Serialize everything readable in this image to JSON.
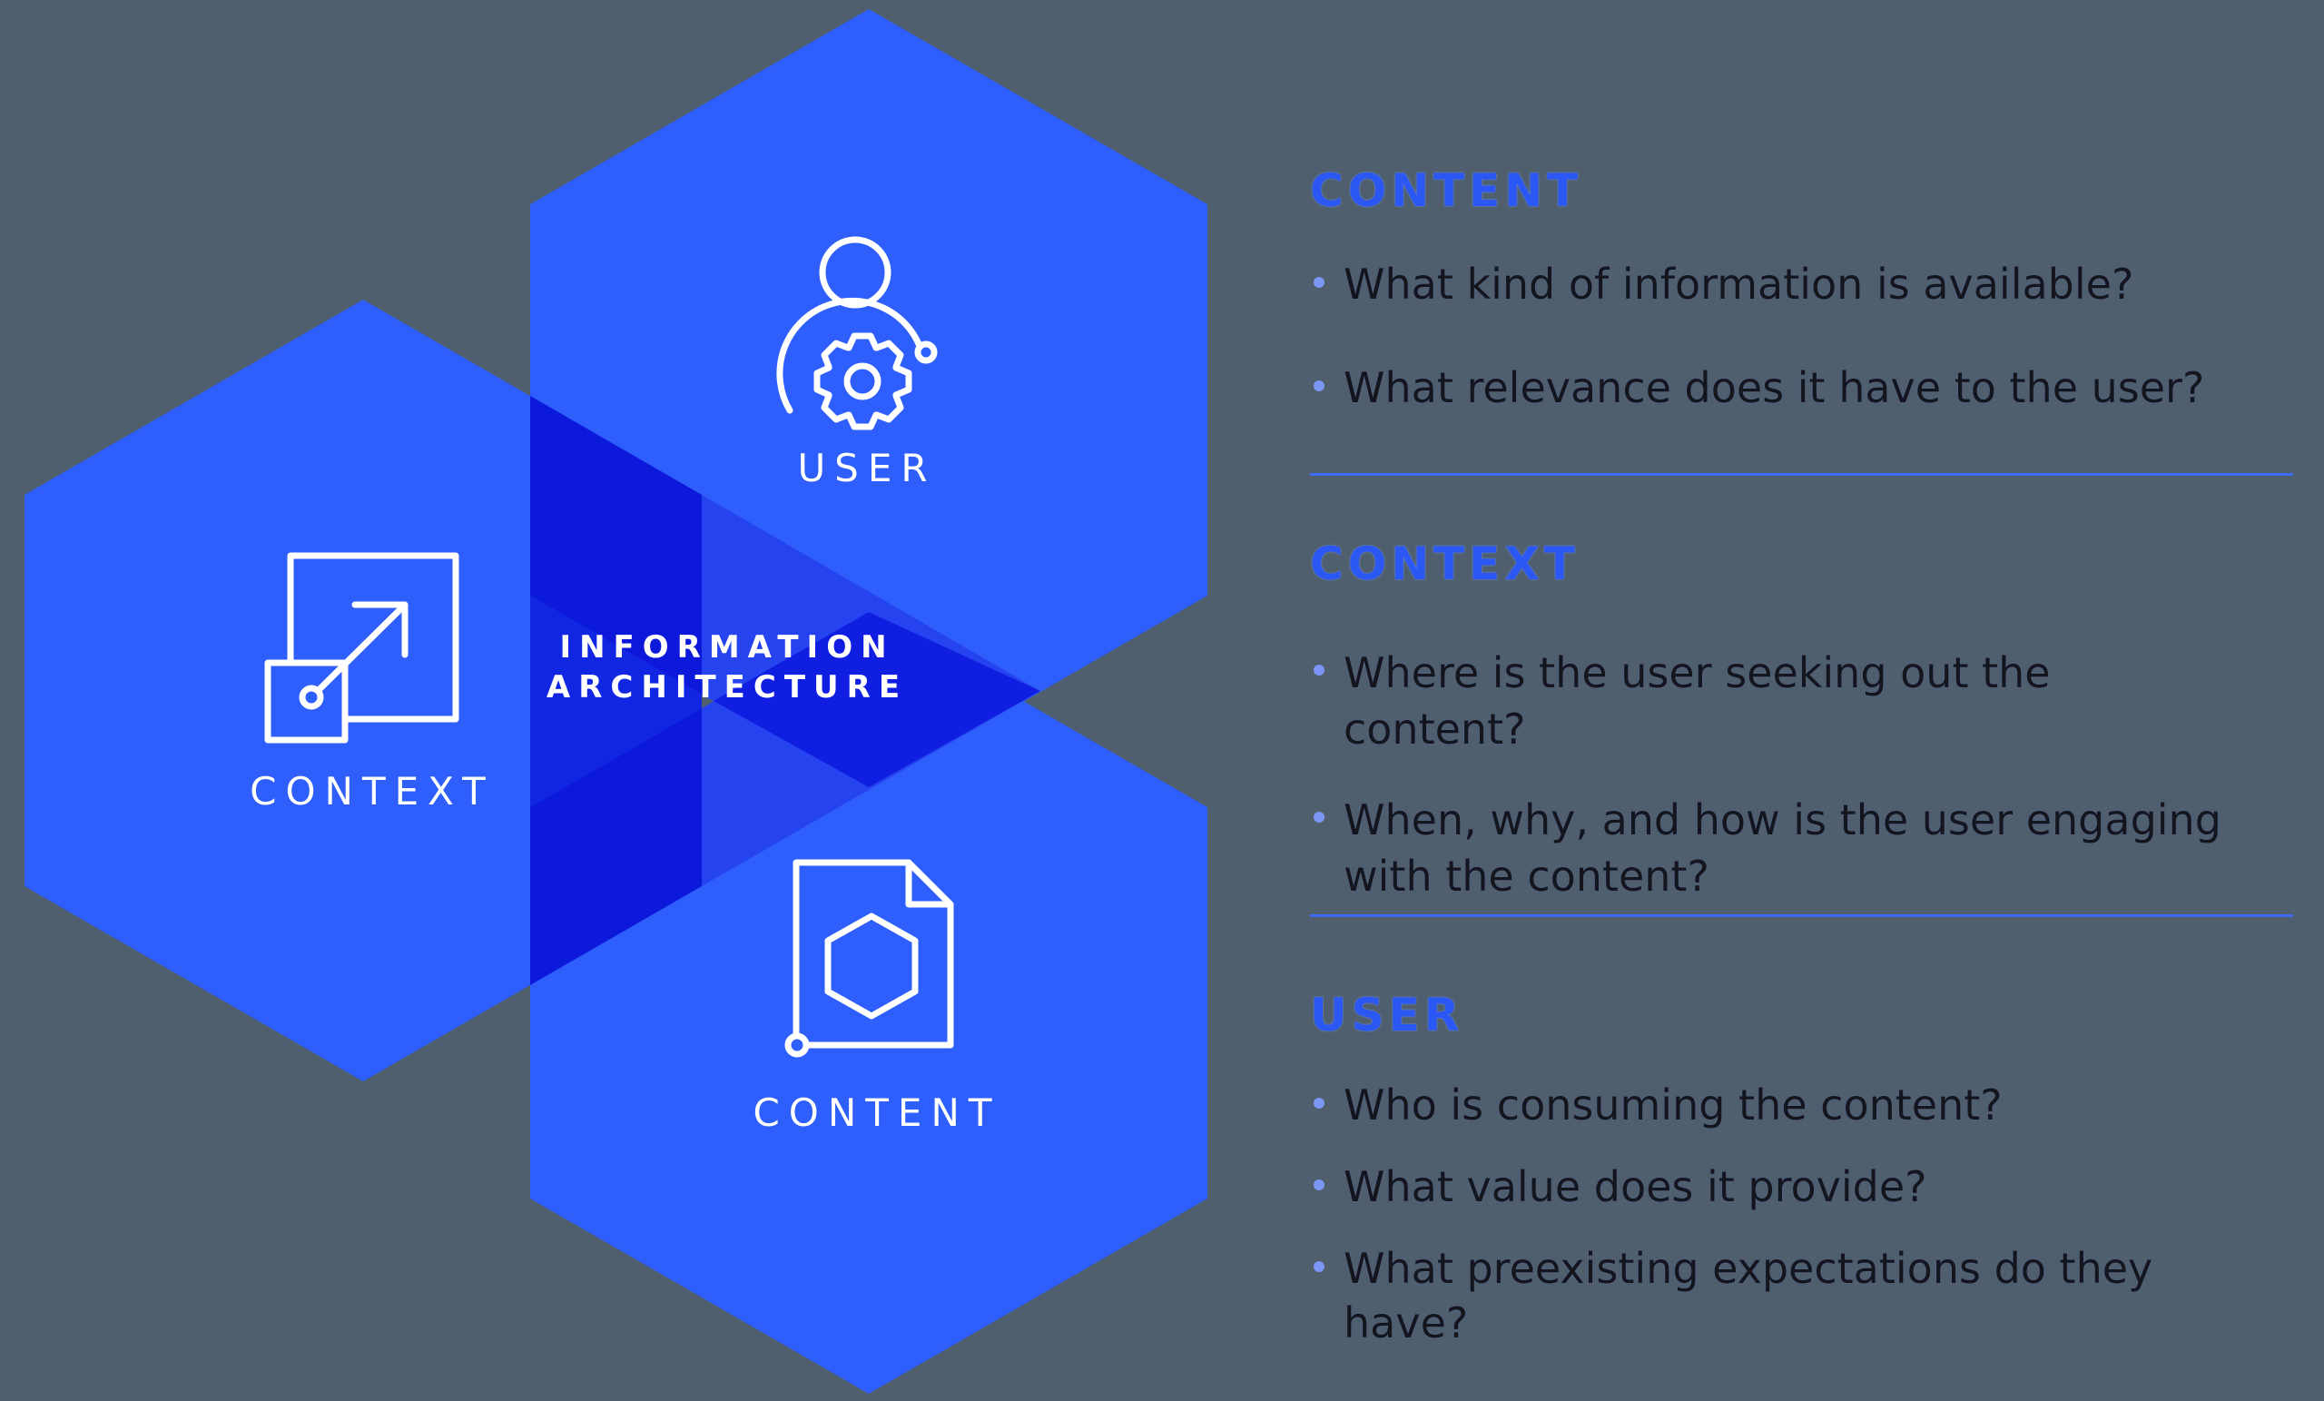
{
  "diagram": {
    "center_label": {
      "line1": "INFORMATION",
      "line2": "ARCHITECTURE"
    },
    "hexagons": [
      {
        "id": "user",
        "label": "USER",
        "icon": "user-gear-icon"
      },
      {
        "id": "context",
        "label": "CONTEXT",
        "icon": "expand-arrow-icon"
      },
      {
        "id": "content",
        "label": "CONTENT",
        "icon": "document-icon"
      }
    ]
  },
  "panel": {
    "sections": [
      {
        "heading": "CONTENT",
        "items": [
          "What kind of information is available?",
          "What relevance does it have to the user?"
        ]
      },
      {
        "heading": "CONTEXT",
        "items": [
          "Where is the user seeking out the content?",
          "When, why, and how is the user engaging with the content?"
        ]
      },
      {
        "heading": "USER",
        "items": [
          "Who is consuming the content?",
          "What value does it provide?",
          "What preexisting expectations do they have?"
        ]
      }
    ]
  },
  "colors": {
    "background": "#4F5F6D",
    "hexagon_blue": "#2E5EFB",
    "overlap_dark": "#0C19DB",
    "overlap_mid": "#1126E2",
    "overlap_soft": "#2643F0",
    "overlap_diamond": "#0F1EE0",
    "heading_blue": "#2B57F2",
    "body_text": "#15151E",
    "bullet_dot": "#7C96F5",
    "rule_blue": "#3F6AF5",
    "label_white": "#FFFFFF"
  }
}
